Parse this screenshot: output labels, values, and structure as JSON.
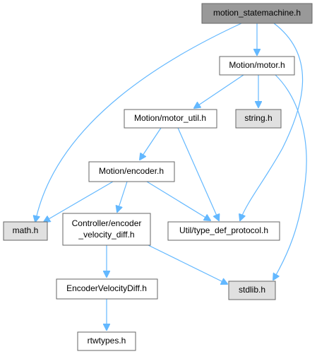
{
  "graph": {
    "root": {
      "label": "motion_statemachine.h"
    },
    "nodes": {
      "motor": {
        "label": "Motion/motor.h"
      },
      "motor_util": {
        "label": "Motion/motor_util.h"
      },
      "string": {
        "label": "string.h"
      },
      "encoder": {
        "label": "Motion/encoder.h"
      },
      "math": {
        "label": "math.h"
      },
      "velocity_diff": {
        "line1": "Controller/encoder",
        "line2": "_velocity_diff.h"
      },
      "type_def": {
        "label": "Util/type_def_protocol.h"
      },
      "encoder_velocity": {
        "label": "EncoderVelocityDiff.h"
      },
      "stdlib": {
        "label": "stdlib.h"
      },
      "rtwtypes": {
        "label": "rtwtypes.h"
      }
    },
    "colors": {
      "root_fill": "#999999",
      "node_fill": "#ffffff",
      "system_fill": "#e0e0e0",
      "border": "#666666",
      "edge": "#63b8ff"
    }
  }
}
